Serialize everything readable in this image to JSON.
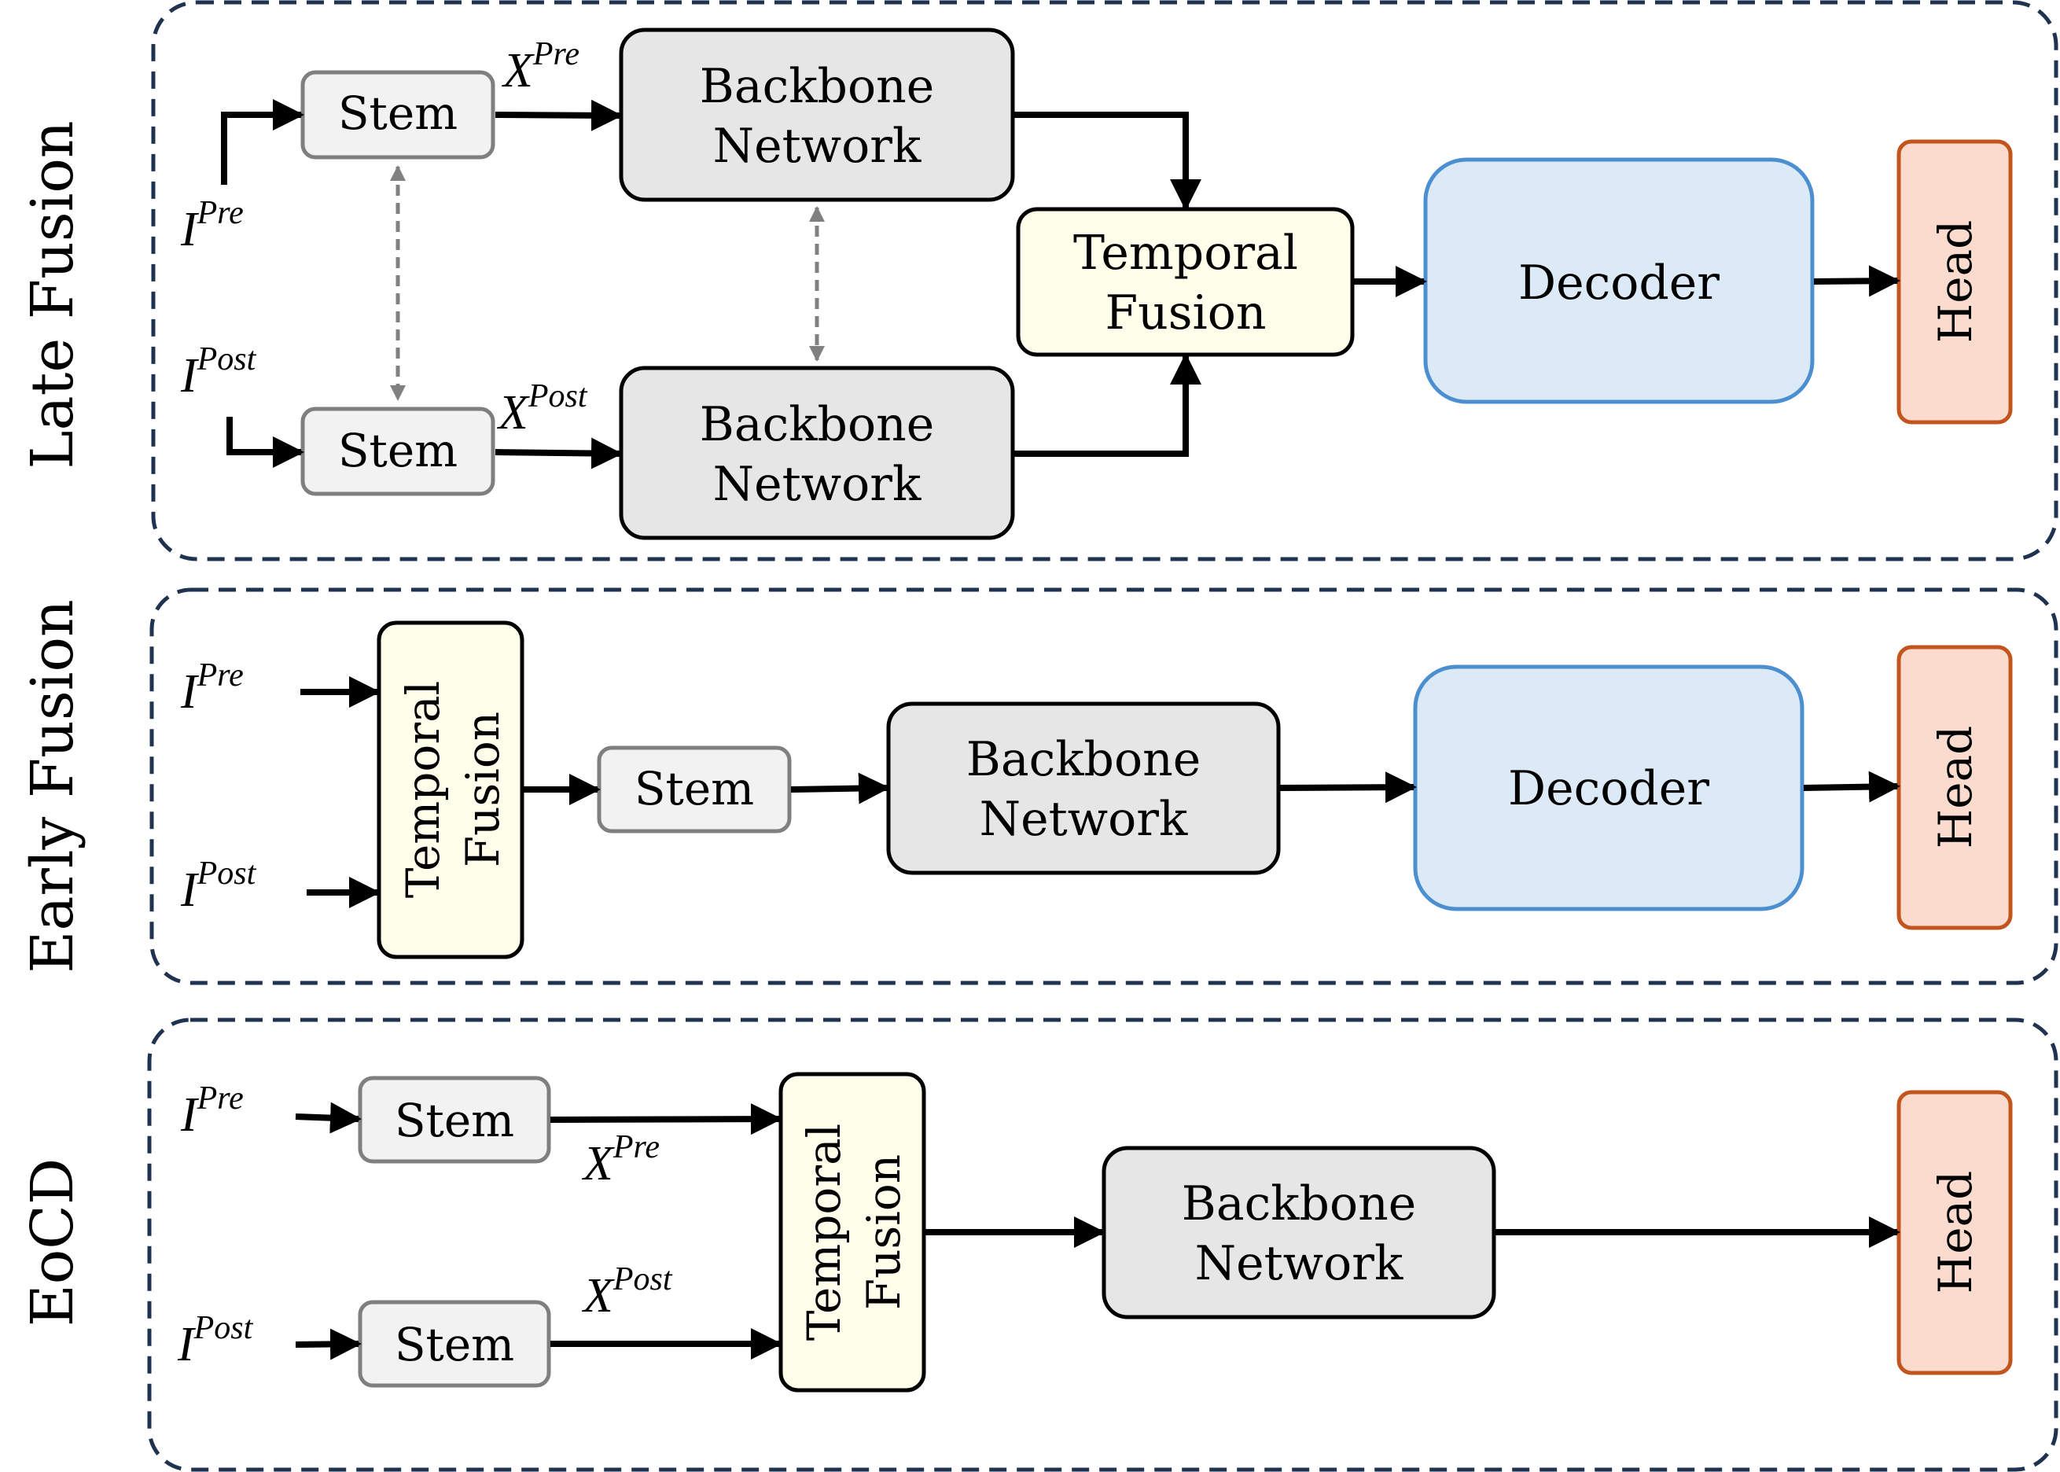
{
  "colors": {
    "panel_border": "#1f3350",
    "stem_fill": "#f2f2f2",
    "stem_stroke": "#7f7f7f",
    "backbone_fill": "#e6e6e6",
    "backbone_stroke": "#000000",
    "fusion_fill": "#fefeeb",
    "fusion_stroke": "#000000",
    "decoder_fill": "#dce9f7",
    "decoder_stroke": "#4b8fd1",
    "head_fill": "#fadbcd",
    "head_stroke": "#c2541e",
    "arrow": "#000000",
    "shared_arrow": "#808080"
  },
  "panels": {
    "late": {
      "label": "Late Fusion",
      "stem_top": "Stem",
      "stem_bottom": "Stem",
      "backbone_top": [
        "Backbone",
        "Network"
      ],
      "backbone_bottom": [
        "Backbone",
        "Network"
      ],
      "fusion": [
        "Temporal",
        "Fusion"
      ],
      "decoder": "Decoder",
      "head": "Head",
      "input_pre": {
        "base": "I",
        "sup": "Pre"
      },
      "input_post": {
        "base": "I",
        "sup": "Post"
      },
      "feat_pre": {
        "base": "X",
        "sup": "Pre"
      },
      "feat_post": {
        "base": "X",
        "sup": "Post"
      }
    },
    "early": {
      "label": "Early Fusion",
      "fusion": [
        "Temporal",
        "Fusion"
      ],
      "stem": "Stem",
      "backbone": [
        "Backbone",
        "Network"
      ],
      "decoder": "Decoder",
      "head": "Head",
      "input_pre": {
        "base": "I",
        "sup": "Pre"
      },
      "input_post": {
        "base": "I",
        "sup": "Post"
      }
    },
    "eocd": {
      "label": "EoCD",
      "stem_top": "Stem",
      "stem_bottom": "Stem",
      "fusion": [
        "Temporal",
        "Fusion"
      ],
      "backbone": [
        "Backbone",
        "Network"
      ],
      "head": "Head",
      "input_pre": {
        "base": "I",
        "sup": "Pre"
      },
      "input_post": {
        "base": "I",
        "sup": "Post"
      },
      "feat_pre": {
        "base": "X",
        "sup": "Pre"
      },
      "feat_post": {
        "base": "X",
        "sup": "Post"
      }
    }
  }
}
